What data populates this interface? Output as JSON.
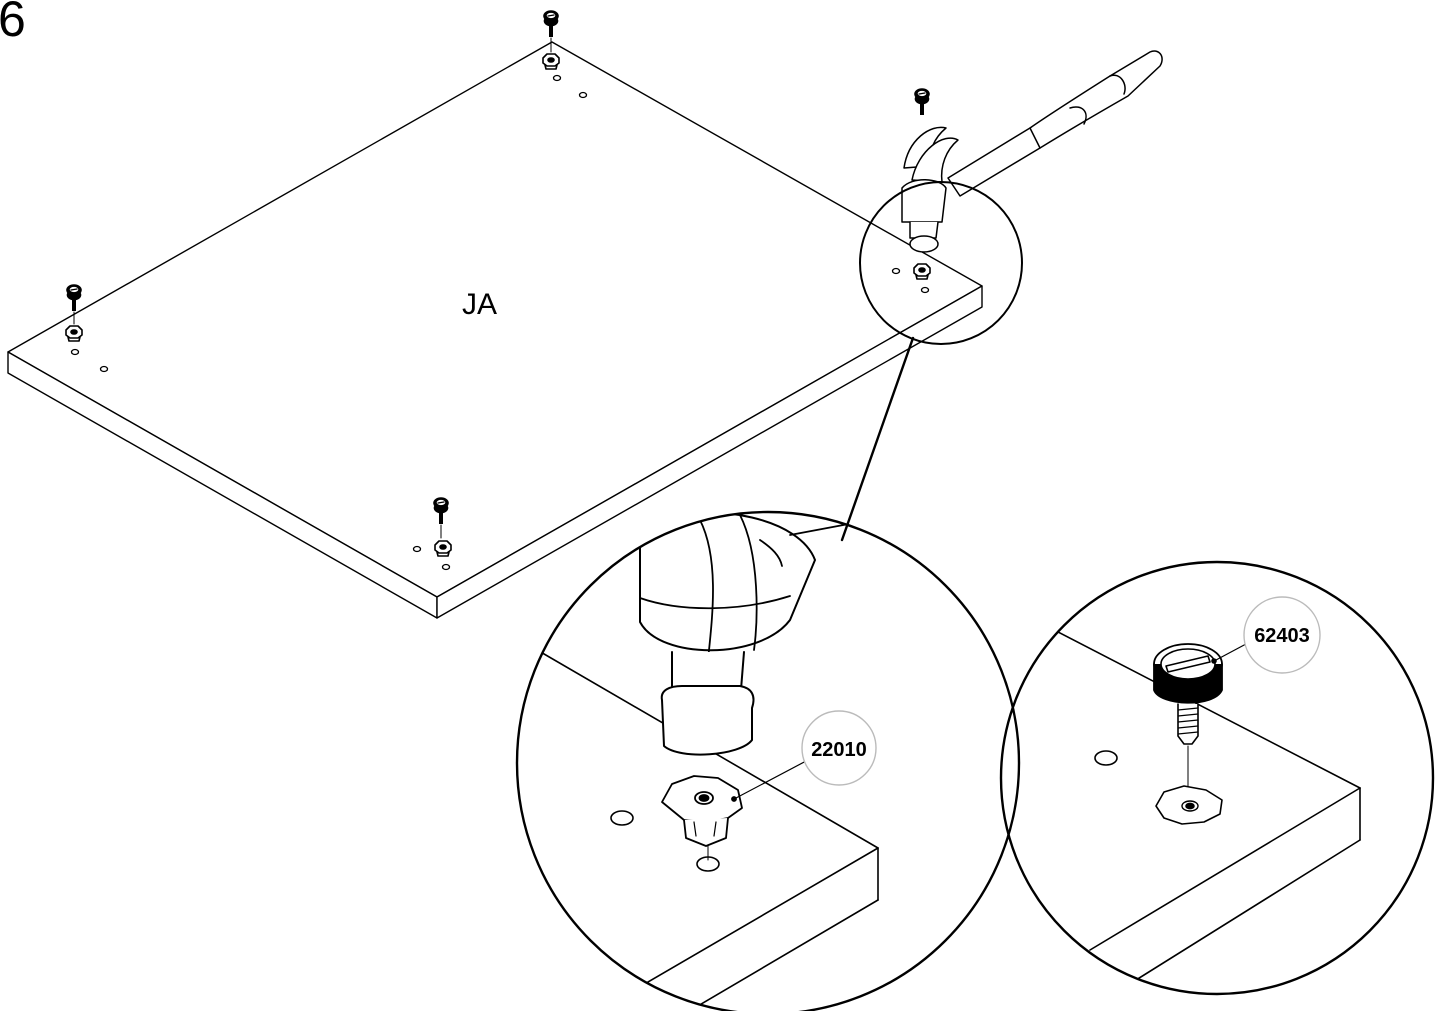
{
  "step": {
    "number": "6"
  },
  "panel": {
    "label": "JA"
  },
  "parts": {
    "tee_nut": {
      "id": "22010"
    },
    "glide_screw": {
      "id": "62403"
    }
  },
  "colors": {
    "line": "#000000",
    "background": "#ffffff"
  },
  "icons": [
    "hammer-icon",
    "tee-nut-icon",
    "glide-screw-icon"
  ]
}
